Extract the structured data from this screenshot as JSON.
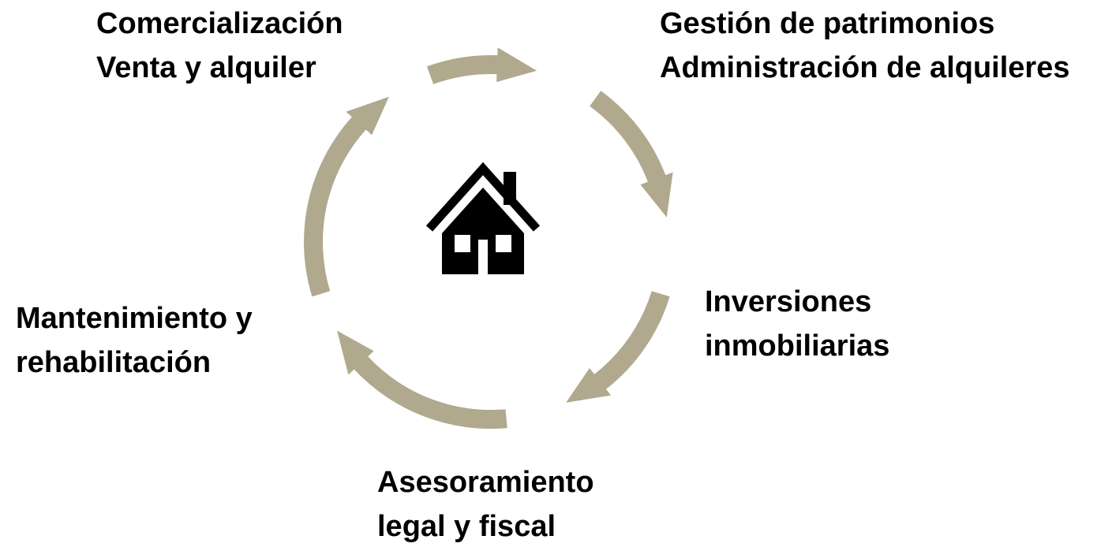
{
  "diagram": {
    "arrow_color": "#b0a98e",
    "icon_color": "#000000",
    "center_icon": "house-icon",
    "stages": [
      {
        "id": "comercializacion",
        "lines": [
          "Comercialización",
          "Venta y alquiler"
        ]
      },
      {
        "id": "gestion",
        "lines": [
          "Gestión de patrimonios",
          "Administración de alquileres"
        ]
      },
      {
        "id": "inversiones",
        "lines": [
          "Inversiones",
          "inmobiliarias"
        ]
      },
      {
        "id": "asesoramiento",
        "lines": [
          "Asesoramiento",
          "legal y fiscal"
        ]
      },
      {
        "id": "mantenimiento",
        "lines": [
          "Mantenimiento y",
          "rehabilitación"
        ]
      }
    ]
  }
}
